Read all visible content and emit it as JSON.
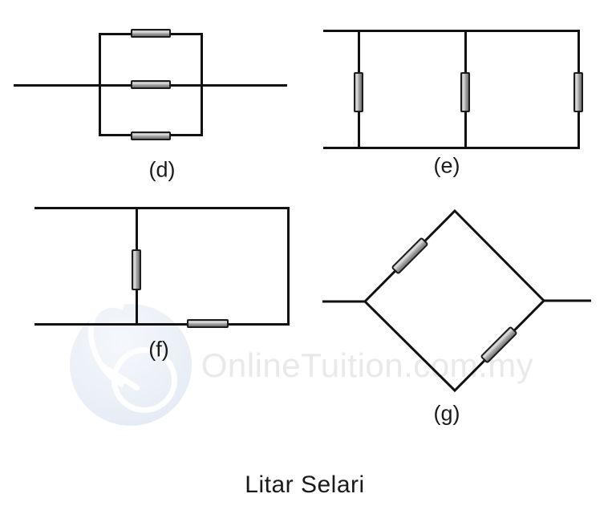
{
  "title": "Litar Selari",
  "watermark": {
    "text": "OnlineTuition.com.my"
  },
  "circuits": [
    {
      "id": "d",
      "label": "(d)",
      "description": "three horizontal resistors in parallel with through wire"
    },
    {
      "id": "e",
      "label": "(e)",
      "description": "three vertical resistors between two horizontal rails"
    },
    {
      "id": "f",
      "label": "(f)",
      "description": "one vertical resistor branch and one horizontal resistor on bottom rail"
    },
    {
      "id": "g",
      "label": "(g)",
      "description": "diamond loop with two diagonal resistors"
    }
  ],
  "colors": {
    "wire": "#111111",
    "resistor_border": "#1c1c1c",
    "resistor_light": "#e0e0e0",
    "resistor_dark": "#707070",
    "label_text": "#1a1a1a",
    "watermark_text": "#e9e9e9",
    "watermark_globe": "#ebf0f7"
  }
}
